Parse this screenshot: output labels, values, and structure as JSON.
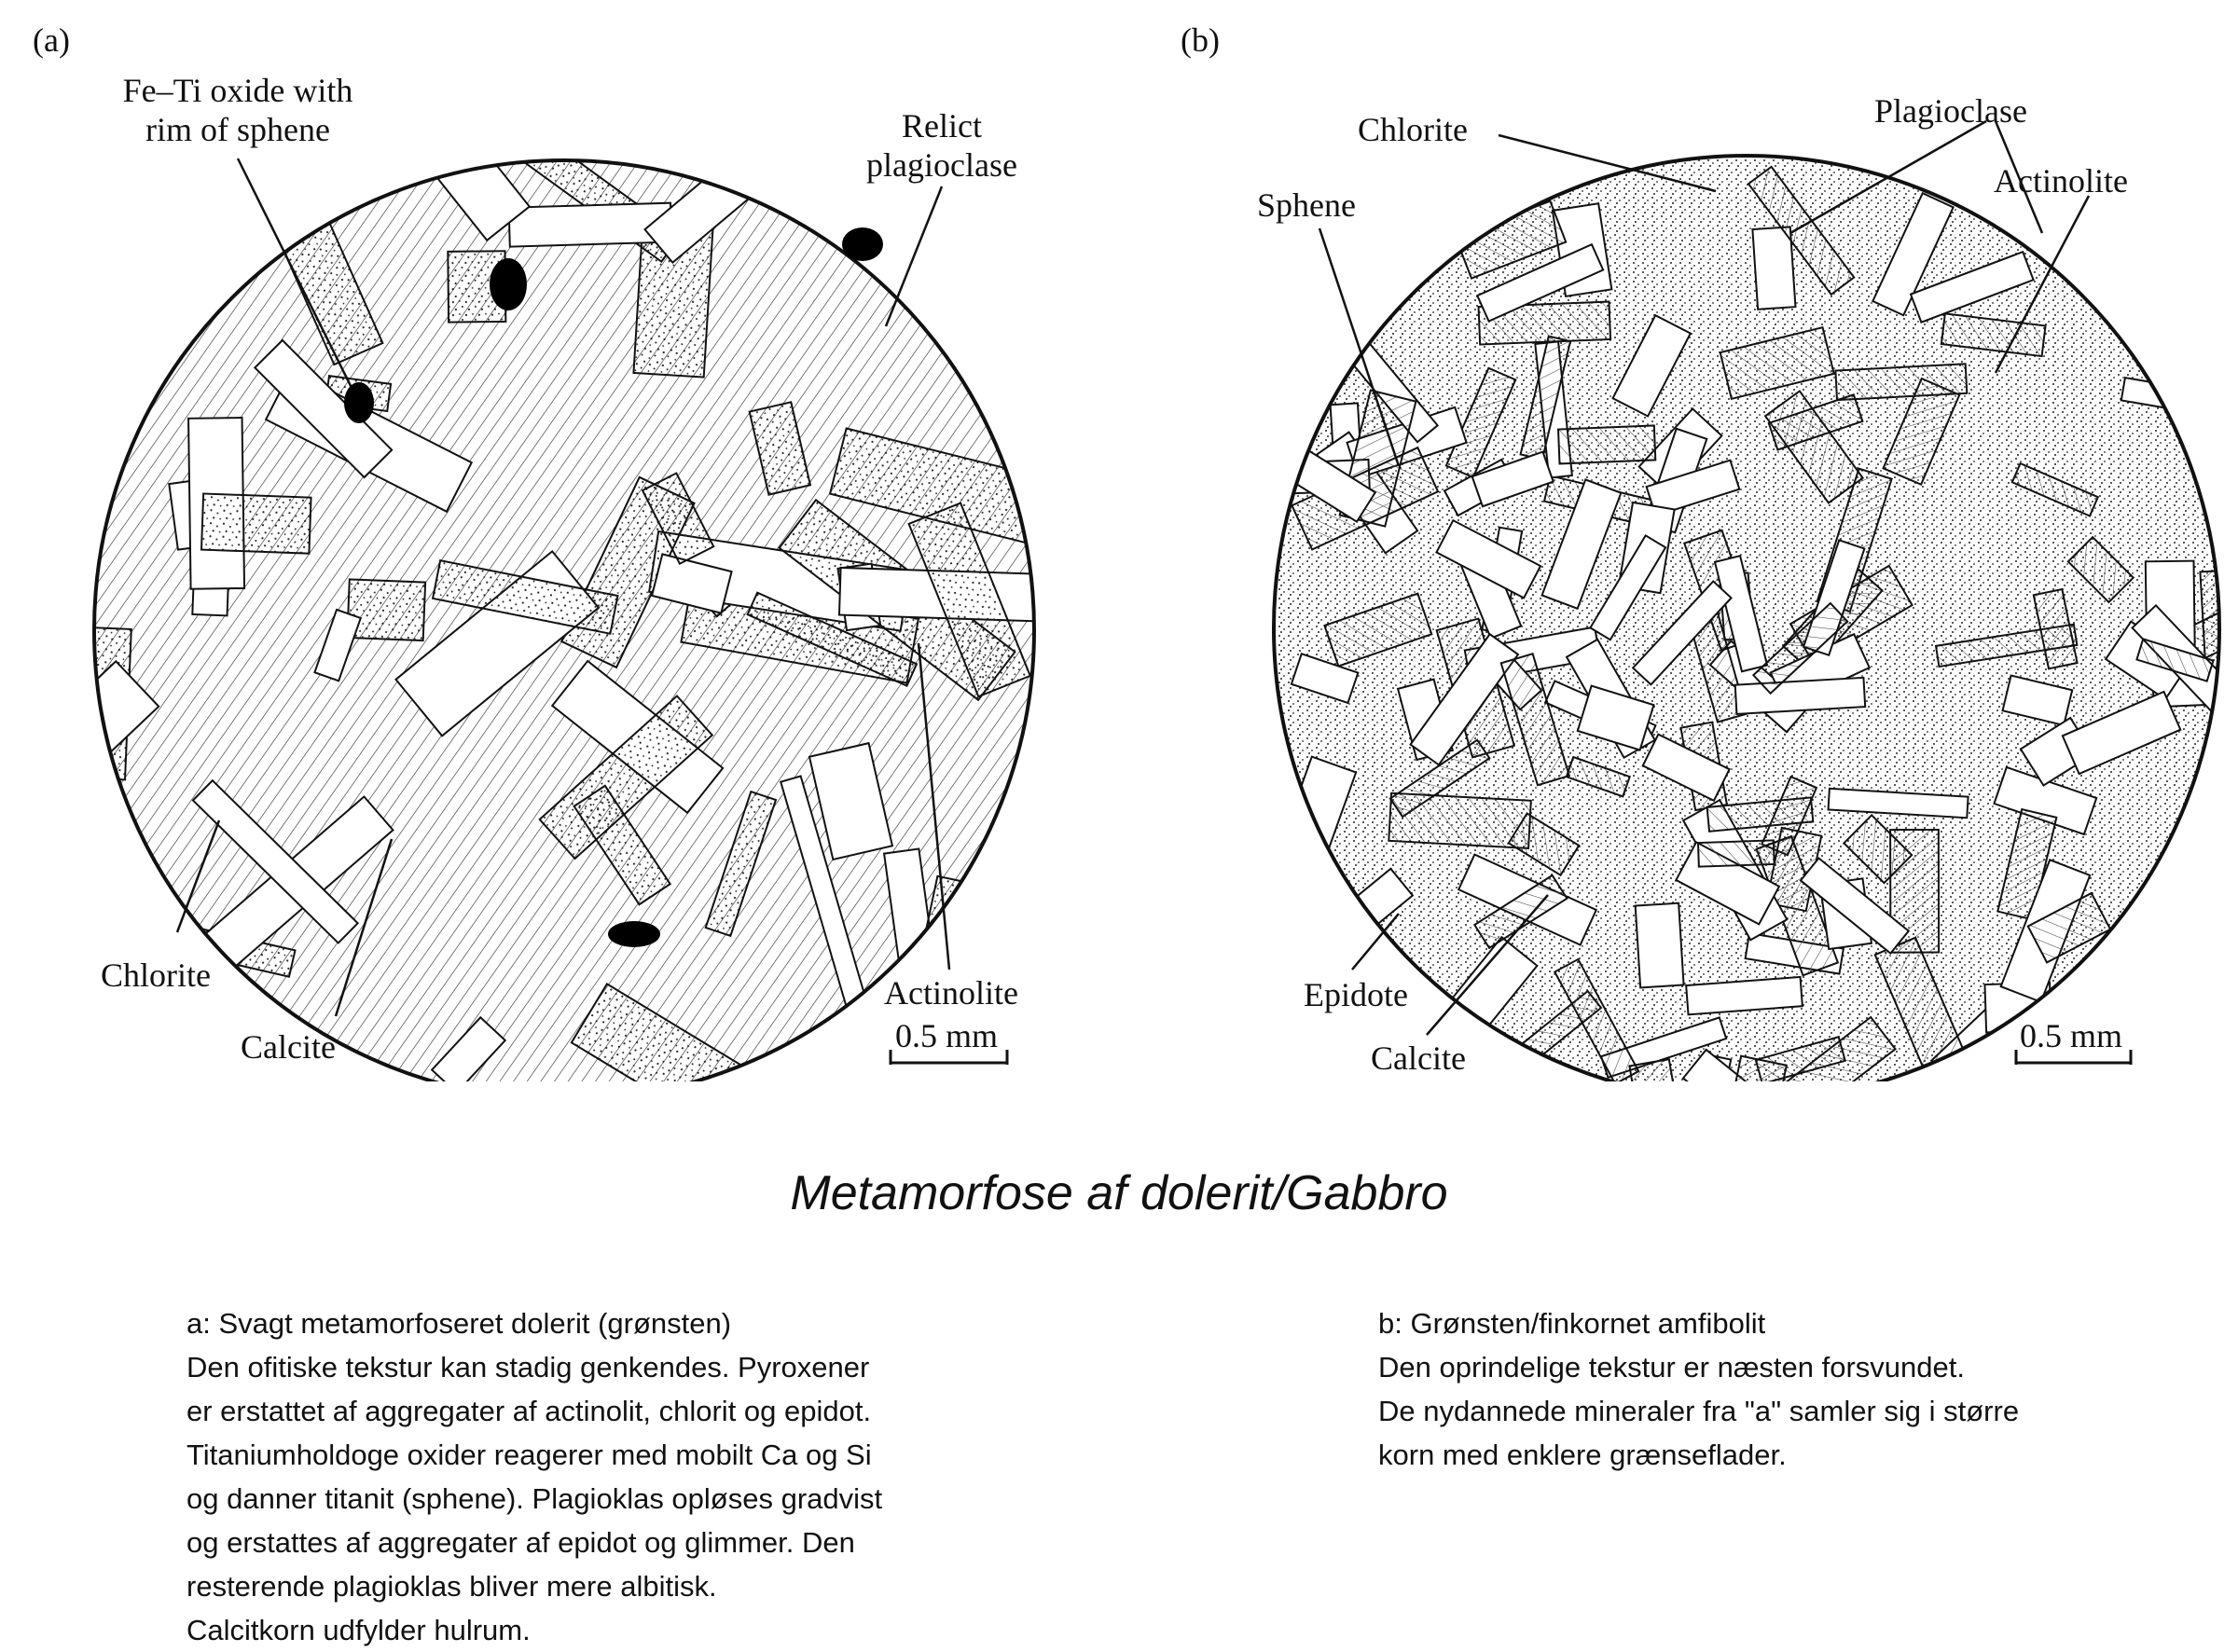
{
  "figure_a": {
    "panel_label": "(a)",
    "labels": {
      "fe_ti": "Fe–Ti oxide with\nrim of sphene",
      "relict_plagioclase": "Relict\nplagioclase",
      "chlorite": "Chlorite",
      "calcite": "Calcite",
      "actinolite": "Actinolite"
    },
    "scale_label": "0.5 mm"
  },
  "figure_b": {
    "panel_label": "(b)",
    "labels": {
      "chlorite": "Chlorite",
      "plagioclase": "Plagioclase",
      "sphene": "Sphene",
      "actinolite": "Actinolite",
      "epidote": "Epidote",
      "calcite": "Calcite"
    },
    "scale_label": "0.5 mm"
  },
  "title": "Metamorfose af dolerit/Gabbro",
  "description_a": {
    "lines": [
      "a: Svagt metamorfoseret dolerit (grønsten)",
      "Den ofitiske tekstur kan stadig genkendes. Pyroxener",
      "er erstattet af aggregater af  actinolit, chlorit  og epidot.",
      "Titaniumholdoge oxider reagerer med mobilt Ca og Si",
      "og danner titanit (sphene). Plagioklas opløses gradvist",
      "og erstattes af aggregater af epidot og glimmer. Den",
      "resterende plagioklas bliver mere albitisk.",
      "Calcitkorn udfylder hulrum."
    ]
  },
  "description_b": {
    "lines": [
      "b: Grønsten/finkornet amfibolit",
      "Den oprindelige tekstur er næsten forsvundet.",
      "De nydannede mineraler fra \"a\" samler sig i større",
      "korn med enklere grænseflader."
    ]
  }
}
